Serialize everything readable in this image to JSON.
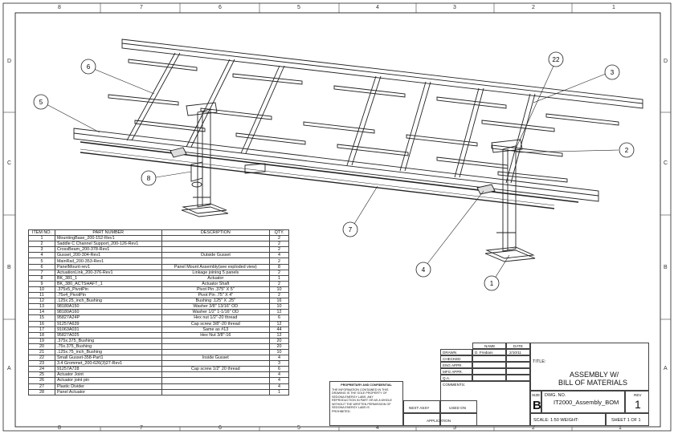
{
  "zones": {
    "columns": [
      "8",
      "7",
      "6",
      "5",
      "4",
      "3",
      "2",
      "1"
    ],
    "rows": [
      "D",
      "C",
      "B",
      "A"
    ]
  },
  "balloons": [
    "6",
    "5",
    "8",
    "7",
    "4",
    "1",
    "2",
    "3",
    "22"
  ],
  "bom": {
    "headers": [
      "ITEM NO.",
      "PART NUMBER",
      "DESCRIPTION",
      "QTY."
    ],
    "rows": [
      [
        "1",
        "MountingBase_200-152-Rev1",
        "",
        "2"
      ],
      [
        "2",
        "Saddle C Channel Support_200-126-Rev1",
        "",
        "2"
      ],
      [
        "3",
        "CrossBeam_200-378-Rev1",
        "",
        "2"
      ],
      [
        "4",
        "Gusset_200-304-Rev1",
        "Outside Gusset",
        "4"
      ],
      [
        "5",
        "MainRail_200-353-Rev1",
        "",
        "2"
      ],
      [
        "6",
        "PanelMount-rev1",
        "Panel Mount Assembly(see exploded view)",
        "8"
      ],
      [
        "7",
        "ActuationLink_200-376-Rev1",
        "Linkage joining 5 panels",
        "2"
      ],
      [
        "8",
        "BK_381_1",
        "Actuator",
        "1"
      ],
      [
        "9",
        "BK_380_ACTSHAFT_1",
        "Actuator Shaft",
        "2"
      ],
      [
        "10",
        ".375x5_PivotPin",
        "Pivot Pin .375\" X 5\"",
        "10"
      ],
      [
        "11",
        ".75x4_PivotPin",
        "Pivot Pin .75\" X 4\"",
        "2"
      ],
      [
        "12",
        ".125x.25_inch_Bushing",
        "Bushing .125\" X .25\"",
        "16"
      ],
      [
        "13",
        "98180A150",
        "Washer 3/8\" 13/16\" OD",
        "10"
      ],
      [
        "14",
        "98180A160",
        "Washer 1/2\" 1-1/16\" OD",
        "12"
      ],
      [
        "15",
        "95827A24P",
        "Hex nut 1/2\"-20 thread",
        "6"
      ],
      [
        "16",
        "91257A639",
        "Cap screw 3/8\"-20 thread",
        "12"
      ],
      [
        "17",
        "91063A031",
        "Same as #13",
        "44"
      ],
      [
        "18",
        "95827A025",
        "Hex Nut 3/8\"-16",
        "12"
      ],
      [
        "19",
        ".375x.375_Bushing",
        "",
        "20"
      ],
      [
        "20",
        ".75x.375_Bushing",
        "",
        "20"
      ],
      [
        "21",
        ".125x.75_inch_Bushing",
        "",
        "10"
      ],
      [
        "22",
        "Small Gusset-358-Part1",
        "Inside Gusset",
        "4"
      ],
      [
        "23",
        "3.4 Grommet_200-626(3)27-Rev1",
        "",
        "3"
      ],
      [
        "24",
        "91257A728",
        "Cap screw 1/2\" 20 thread",
        "6"
      ],
      [
        "25",
        "Actuator Joint",
        "",
        "4"
      ],
      [
        "26",
        "Actuator joint pin",
        "",
        "4"
      ],
      [
        "27",
        "Plastic Divider",
        "",
        "4"
      ],
      [
        "28",
        "Panel Actuator",
        "",
        "1"
      ]
    ]
  },
  "title_block": {
    "name_header": "NAME",
    "date_header": "DATE",
    "drawn_label": "DRAWN",
    "drawn_name": "D. Frediani",
    "drawn_date": "2/10/11",
    "checked_label": "CHECKED",
    "eng_appr_label": "ENG APPR.",
    "mfg_appr_label": "MFG APPR.",
    "qa_label": "Q.A.",
    "comments_label": "COMMENTS:",
    "proprietary_title": "PROPRIETARY AND CONFIDENTIAL",
    "proprietary_text": [
      "THE INFORMATION CONTAINED IN THIS",
      "DRAWING IS THE SOLE PROPERTY OF",
      "SEDONA ENERGY LABS. ANY",
      "REPRODUCTION IN PART OR AS A WHOLE",
      "WITHOUT THE WRITTEN PERMISSION OF",
      "SEDONA ENERGY LABS IS",
      "PROHIBITED."
    ],
    "next_assy": "NEXT ASSY",
    "used_on": "USED ON",
    "application": "APPLICATION",
    "title_label": "TITLE:",
    "title_line1": "ASSEMBLY W/",
    "title_line2": "BILL OF MATERIALS",
    "size_label": "SIZE",
    "size_value": "B",
    "dwg_label": "DWG.  NO.",
    "dwg_value": "IT2000_Assembly_BOM",
    "rev_label": "REV",
    "rev_value": "1",
    "scale": "SCALE: 1:50 WEIGHT:",
    "sheet": "SHEET 1 OF 1"
  }
}
